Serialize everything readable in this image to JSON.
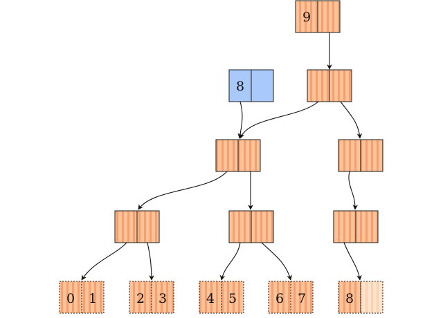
{
  "colors": {
    "orange_fill": "#fbc39a",
    "orange_stripe": "#f2a272",
    "orange_light": "#fde4cf",
    "blue_fill": "#a9c9fb",
    "stroke": "#1a1a1a",
    "arrow": "#111111"
  },
  "nodes": {
    "top_node": {
      "left": "9",
      "right": ""
    },
    "extra_node": {
      "left": "8",
      "right": ""
    },
    "root": {
      "left": "",
      "right": ""
    },
    "level1_left": {
      "left": "",
      "right": ""
    },
    "level1_right": {
      "left": "",
      "right": ""
    },
    "level2_a": {
      "left": "",
      "right": ""
    },
    "level2_b": {
      "left": "",
      "right": ""
    },
    "level2_c": {
      "left": "",
      "right": ""
    }
  },
  "leaves": [
    {
      "left": "0",
      "right": "1"
    },
    {
      "left": "2",
      "right": "3"
    },
    {
      "left": "4",
      "right": "5"
    },
    {
      "left": "6",
      "right": "7"
    },
    {
      "left": "8",
      "right": ""
    }
  ]
}
